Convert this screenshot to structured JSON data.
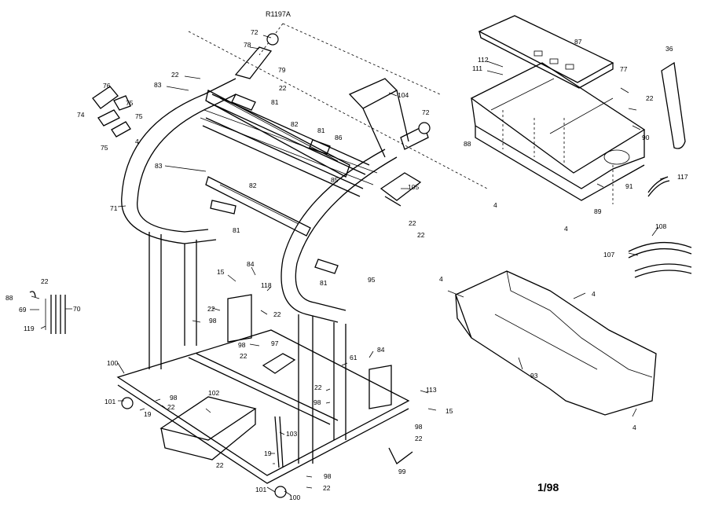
{
  "drawing_code": "R1197A",
  "revision_date": "1/98",
  "callouts": [
    {
      "id": "c72a",
      "text": "72"
    },
    {
      "id": "c78",
      "text": "78"
    },
    {
      "id": "c79",
      "text": "79"
    },
    {
      "id": "c22a",
      "text": "22"
    },
    {
      "id": "c22b",
      "text": "22"
    },
    {
      "id": "c83a",
      "text": "83"
    },
    {
      "id": "c81a",
      "text": "81"
    },
    {
      "id": "c76",
      "text": "76"
    },
    {
      "id": "c74",
      "text": "74"
    },
    {
      "id": "c75a",
      "text": "75"
    },
    {
      "id": "c75b",
      "text": "75"
    },
    {
      "id": "c75c",
      "text": "75"
    },
    {
      "id": "c4a",
      "text": "4"
    },
    {
      "id": "c82a",
      "text": "82"
    },
    {
      "id": "c104",
      "text": "104"
    },
    {
      "id": "c72b",
      "text": "72"
    },
    {
      "id": "c81b",
      "text": "81"
    },
    {
      "id": "c86",
      "text": "86"
    },
    {
      "id": "c85",
      "text": "85"
    },
    {
      "id": "c105",
      "text": "105"
    },
    {
      "id": "c83b",
      "text": "83"
    },
    {
      "id": "c82b",
      "text": "82"
    },
    {
      "id": "c81c",
      "text": "81"
    },
    {
      "id": "c71",
      "text": "71"
    },
    {
      "id": "c22c",
      "text": "22"
    },
    {
      "id": "c22d",
      "text": "22"
    },
    {
      "id": "c81d",
      "text": "81"
    },
    {
      "id": "c95",
      "text": "95"
    },
    {
      "id": "c87",
      "text": "87"
    },
    {
      "id": "c112",
      "text": "112"
    },
    {
      "id": "c111",
      "text": "111"
    },
    {
      "id": "c77",
      "text": "77"
    },
    {
      "id": "c36",
      "text": "36"
    },
    {
      "id": "c22e",
      "text": "22"
    },
    {
      "id": "c88",
      "text": "88"
    },
    {
      "id": "c90",
      "text": "90"
    },
    {
      "id": "c4b",
      "text": "4"
    },
    {
      "id": "c91",
      "text": "91"
    },
    {
      "id": "c89",
      "text": "89"
    },
    {
      "id": "c4c",
      "text": "4"
    },
    {
      "id": "c117",
      "text": "117"
    },
    {
      "id": "c108",
      "text": "108"
    },
    {
      "id": "c107",
      "text": "107"
    },
    {
      "id": "c4d",
      "text": "4"
    },
    {
      "id": "c4e",
      "text": "4"
    },
    {
      "id": "c93",
      "text": "93"
    },
    {
      "id": "c4f",
      "text": "4"
    },
    {
      "id": "c15a",
      "text": "15"
    },
    {
      "id": "c84a",
      "text": "84"
    },
    {
      "id": "c118",
      "text": "118"
    },
    {
      "id": "c22f",
      "text": "22"
    },
    {
      "id": "c98a",
      "text": "98"
    },
    {
      "id": "c22g",
      "text": "22"
    },
    {
      "id": "c98b",
      "text": "98"
    },
    {
      "id": "c22h",
      "text": "22"
    },
    {
      "id": "c97",
      "text": "97"
    },
    {
      "id": "c61",
      "text": "61"
    },
    {
      "id": "c84b",
      "text": "84"
    },
    {
      "id": "c22i",
      "text": "22"
    },
    {
      "id": "c98c",
      "text": "98"
    },
    {
      "id": "c113",
      "text": "113"
    },
    {
      "id": "c15b",
      "text": "15"
    },
    {
      "id": "c100a",
      "text": "100"
    },
    {
      "id": "c101a",
      "text": "101"
    },
    {
      "id": "c19a",
      "text": "19"
    },
    {
      "id": "c98d",
      "text": "98"
    },
    {
      "id": "c22j",
      "text": "22"
    },
    {
      "id": "c102",
      "text": "102"
    },
    {
      "id": "c103",
      "text": "103"
    },
    {
      "id": "c22k",
      "text": "22"
    },
    {
      "id": "c19b",
      "text": "19"
    },
    {
      "id": "c98e",
      "text": "98"
    },
    {
      "id": "c22l",
      "text": "22"
    },
    {
      "id": "c99",
      "text": "99"
    },
    {
      "id": "c98f",
      "text": "98"
    },
    {
      "id": "c22m",
      "text": "22"
    },
    {
      "id": "c101b",
      "text": "101"
    },
    {
      "id": "c100b",
      "text": "100"
    },
    {
      "id": "c88b",
      "text": "88"
    },
    {
      "id": "c22n",
      "text": "22"
    },
    {
      "id": "c69",
      "text": "69"
    },
    {
      "id": "c70",
      "text": "70"
    },
    {
      "id": "c119",
      "text": "119"
    }
  ]
}
